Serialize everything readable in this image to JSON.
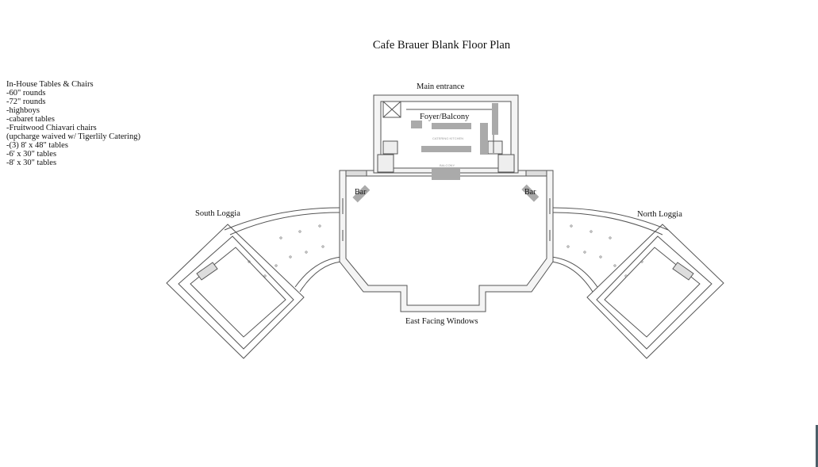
{
  "title": "Cafe Brauer Blank Floor Plan",
  "legend": {
    "heading": "In-House Tables & Chairs",
    "items": [
      "-60\" rounds",
      "-72\" rounds",
      "-highboys",
      "-cabaret tables",
      "-Fruitwood Chiavari chairs",
      "(upcharge waived w/ Tigerlily Catering)",
      "-(3) 8' x 48\" tables",
      "-6' x 30\" tables",
      "-8' x 30\" tables"
    ]
  },
  "plan": {
    "main_entrance": "Main entrance",
    "foyer": "Foyer/Balcony",
    "catering_kitchen": "CATERING KITCHEN",
    "balcony": "BALCONY",
    "bar_left": "Bar",
    "bar_right": "Bar",
    "south_loggia": "South Loggia",
    "north_loggia": "North Loggia",
    "east_windows": "East Facing Windows"
  },
  "colors": {
    "wall": "#555555",
    "fill": "#eeeeee",
    "furniture": "#aaaaaa",
    "scrollbar": "#4b5f69"
  }
}
